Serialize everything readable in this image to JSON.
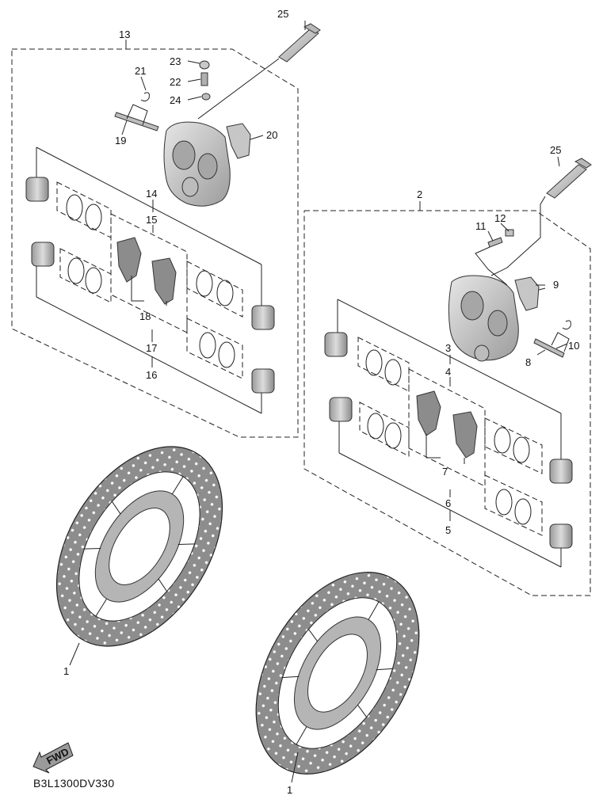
{
  "diagram_code": "B3L1300DV330",
  "fwd_label": "FWD",
  "callouts": {
    "p1a": "1",
    "p1b": "1",
    "p2": "2",
    "p3": "3",
    "p4": "4",
    "p5": "5",
    "p6": "6",
    "p7": "7",
    "p8": "8",
    "p9": "9",
    "p10": "10",
    "p11": "11",
    "p12": "12",
    "p13": "13",
    "p14": "14",
    "p15": "15",
    "p16": "16",
    "p17": "17",
    "p18": "18",
    "p19": "19",
    "p20": "20",
    "p21": "21",
    "p22": "22",
    "p23": "23",
    "p24": "24",
    "p25a": "25",
    "p25b": "25"
  },
  "colors": {
    "line": "#222222",
    "part_fill": "#cfcfcf",
    "disc_fill": "#9a9a9a"
  }
}
